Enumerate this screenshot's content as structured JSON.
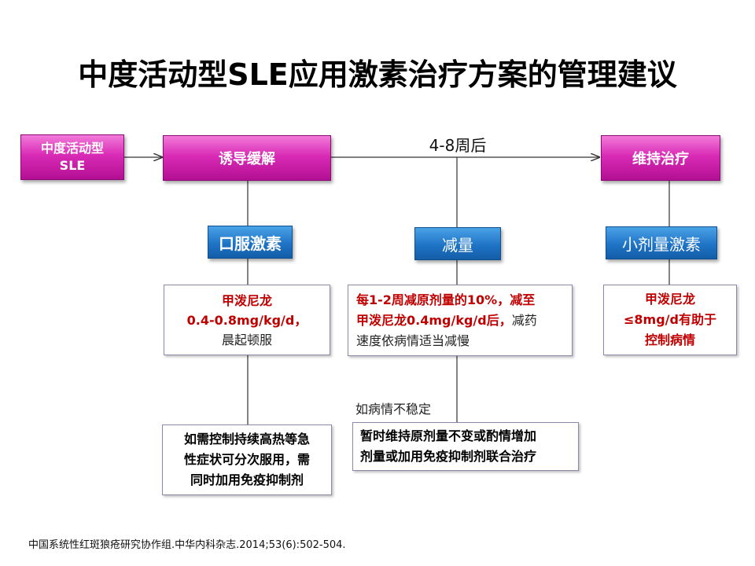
{
  "title": "中度活动型SLE应用激素治疗方案的管理建议",
  "nodes": {
    "start": {
      "line1": "中度活动型",
      "line2": "SLE"
    },
    "induction": {
      "label": "诱导缓解"
    },
    "maintenance": {
      "label": "维持治疗"
    }
  },
  "timing_label": "4-8周后",
  "subheads": {
    "oral": "口服激素",
    "reduce": "减量",
    "low_dose": "小剂量激素"
  },
  "boxes": {
    "oral_detail": {
      "line1": "甲泼尼龙",
      "line2": "0.4-0.8mg/kg/d，",
      "line3": "晨起顿服"
    },
    "reduce_detail": {
      "line1": "每1-2周减原剂量的10%，减至",
      "line2_red": "甲泼尼龙0.4mg/kg/d后，",
      "line2_dark": "减药",
      "line3": "速度依病情适当减慢"
    },
    "low_detail": {
      "line1": "甲泼尼龙",
      "line2": "≤8mg/d有助于",
      "line3": "控制病情"
    },
    "fever_note": {
      "line1": "如需控制持续高热等急",
      "line2": "性症状可分次服用，需",
      "line3": "同时加用免疫抑制剂"
    },
    "unstable_label": "如病情不稳定",
    "unstable_detail": {
      "line1": "暂时维持原剂量不变或酌情增加",
      "line2": "剂量或加用免疫抑制剂联合治疗"
    }
  },
  "citation": "中国系统性红斑狼疮研究协作组.中华内科杂志.2014;53(6):502-504.",
  "colors": {
    "magenta": "#d92bb6",
    "blue": "#1f74c6",
    "red": "#c00000"
  }
}
